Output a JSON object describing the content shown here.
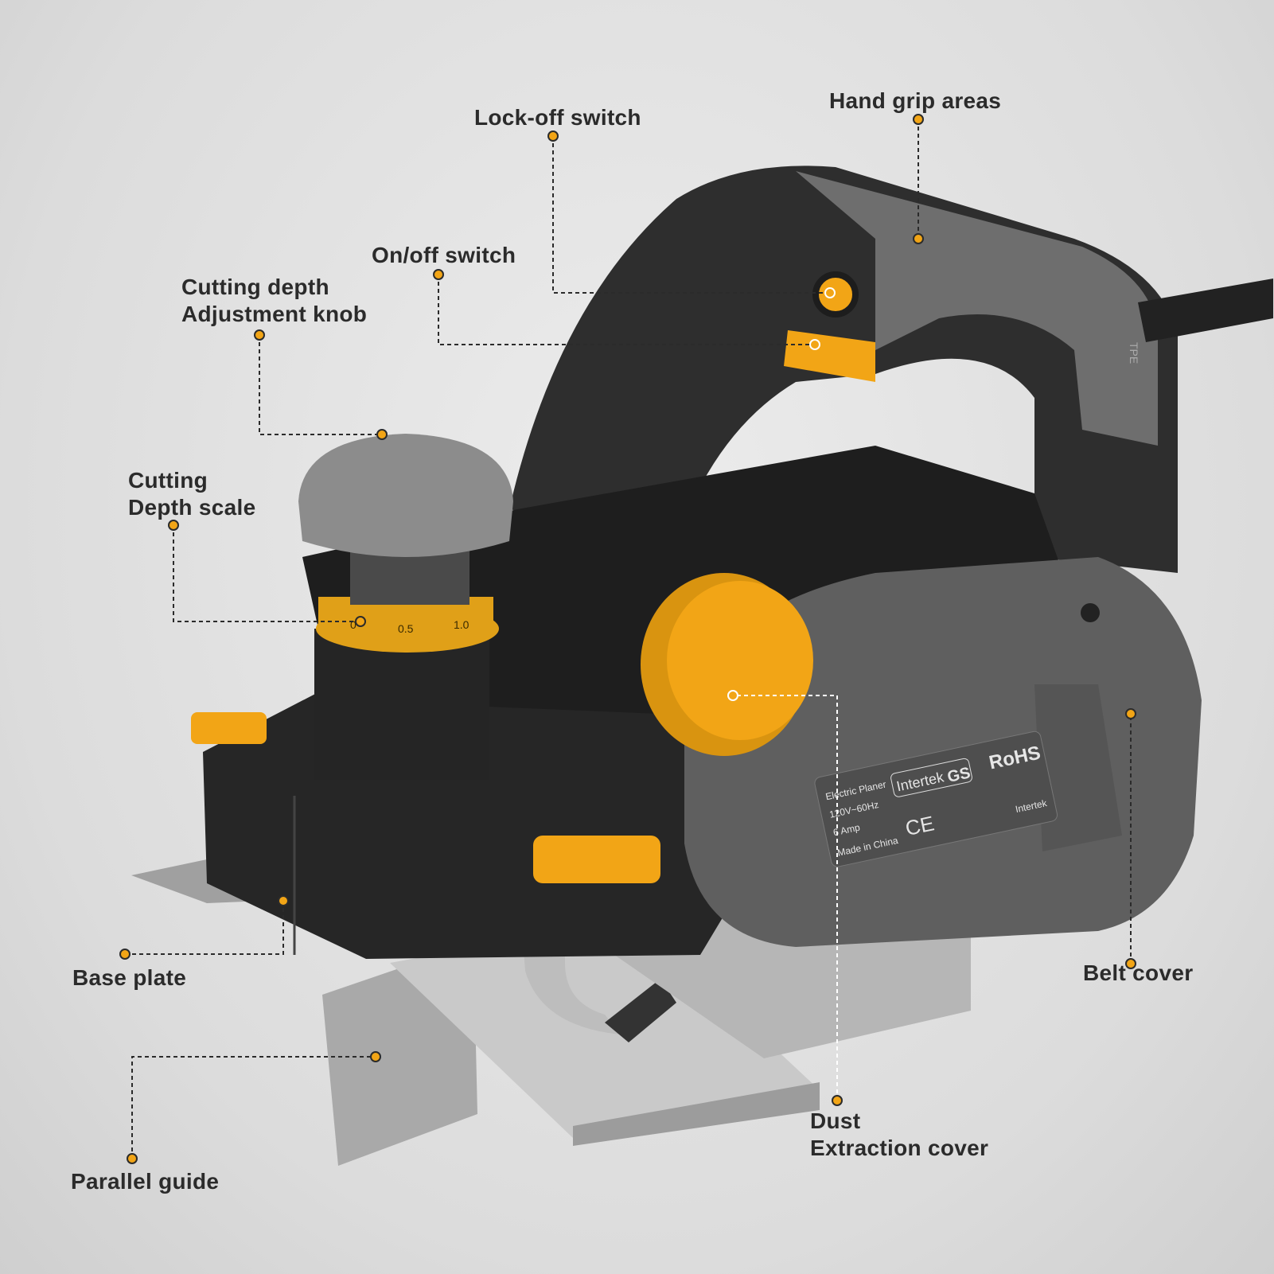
{
  "colors": {
    "accent": "#f2a516",
    "body_dark": "#2b2b2b",
    "body_grey": "#6b6b6b",
    "metal": "#b9b9b9",
    "text": "#2b2b2b"
  },
  "labels": {
    "hand_grip": "Hand grip areas",
    "lock_off": "Lock-off switch",
    "on_off": "On/off switch",
    "depth_knob_1": "Cutting depth",
    "depth_knob_2": "Adjustment knob",
    "depth_scale_1": "Cutting",
    "depth_scale_2": "Depth scale",
    "base_plate": "Base plate",
    "parallel_guide": "Parallel guide",
    "dust_1": "Dust",
    "dust_2": "Extraction cover",
    "belt_cover": "Belt cover"
  },
  "rating_plate": {
    "product": "Electric Planer",
    "voltage": "120V~60Hz",
    "current": "6 Amp",
    "origin": "Made in China",
    "cert1": "Intertek",
    "cert2": "GS",
    "cert3": "RoHS",
    "cert4": "Intertek",
    "ce": "CE"
  },
  "scale_marks": [
    "0",
    "0.5",
    "1.0"
  ],
  "handle_mark": "TPE"
}
